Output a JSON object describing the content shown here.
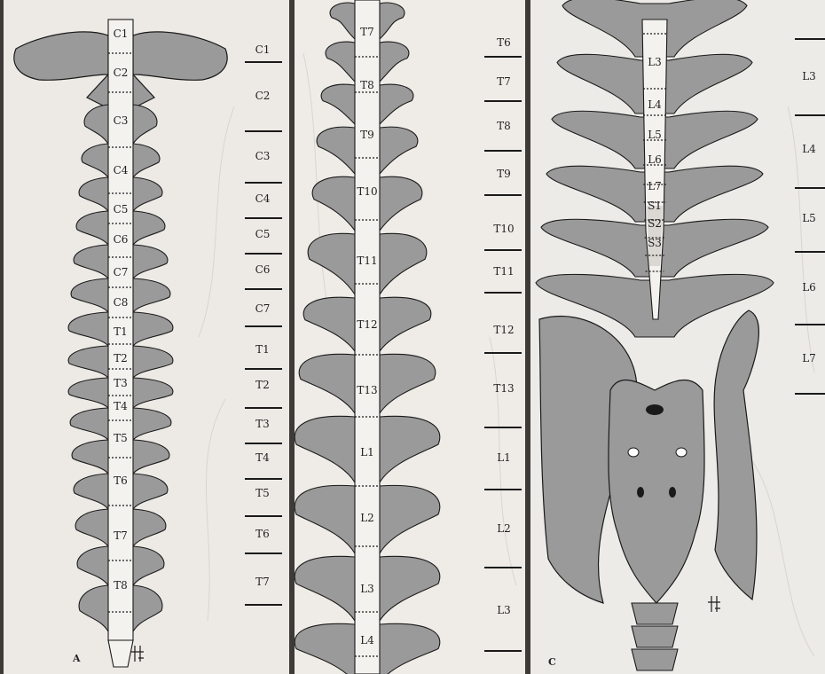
{
  "panel_a": {
    "letter": "A",
    "cord_labels": [
      "C1",
      "C2",
      "C3",
      "C4",
      "C5",
      "C6",
      "C7",
      "C8",
      "T1",
      "T2",
      "T3",
      "T4",
      "T5",
      "T6",
      "T7",
      "T8"
    ],
    "segment_labels": [
      "C1",
      "C2",
      "C3",
      "C4",
      "C5",
      "C6",
      "C7",
      "T1",
      "T2",
      "T3",
      "T4",
      "T5",
      "T6",
      "T7"
    ]
  },
  "panel_b": {
    "cord_labels": [
      "T7",
      "T8",
      "T9",
      "T10",
      "T11",
      "T12",
      "T13",
      "L1",
      "L2",
      "L3",
      "L4"
    ],
    "segment_labels": [
      "T6",
      "T7",
      "T8",
      "T9",
      "T10",
      "T11",
      "T12",
      "T13",
      "L1",
      "L2",
      "L3"
    ]
  },
  "panel_c": {
    "letter": "C",
    "cord_labels": [
      "L3",
      "L4",
      "L5",
      "L6",
      "L7",
      "S1",
      "S2",
      "S3"
    ],
    "segment_labels": [
      "L3",
      "L4",
      "L5",
      "L6",
      "L7"
    ]
  },
  "colors": {
    "bone": "#9a9a9a",
    "cord": "#f4f2ef",
    "line": "#1a1a1a",
    "page": "#edeae6"
  }
}
